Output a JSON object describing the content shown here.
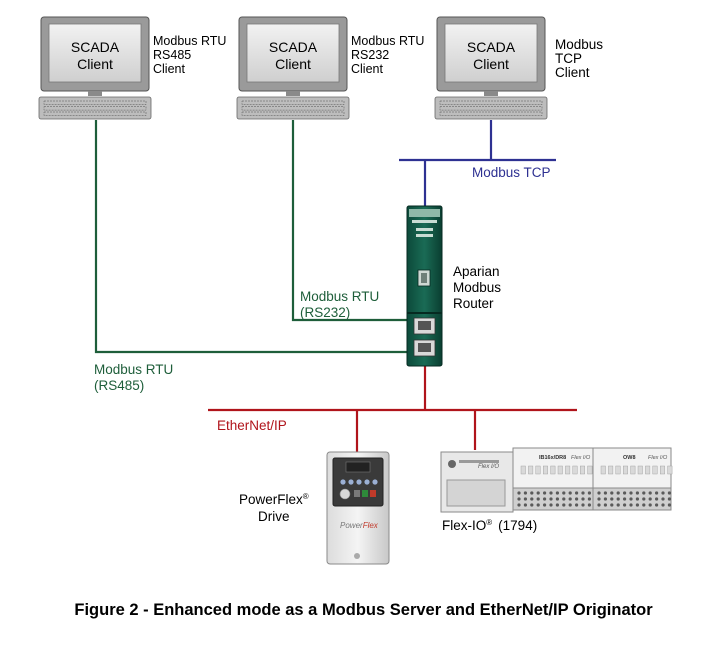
{
  "clients": [
    {
      "screen_label_1": "SCADA",
      "screen_label_2": "Client",
      "note_lines": [
        "Modbus RTU",
        "RS485",
        "Client"
      ]
    },
    {
      "screen_label_1": "SCADA",
      "screen_label_2": "Client",
      "note_lines": [
        "Modbus RTU",
        "RS232",
        "Client"
      ]
    },
    {
      "screen_label_1": "SCADA",
      "screen_label_2": "Client",
      "note_lines": [
        "Modbus",
        "TCP",
        "Client"
      ]
    }
  ],
  "links": {
    "tcp_label": "Modbus TCP",
    "rs232_label_1": "Modbus RTU",
    "rs232_label_2": "(RS232)",
    "rs485_label_1": "Modbus RTU",
    "rs485_label_2": "(RS485)",
    "ethernet_label": "EtherNet/IP"
  },
  "router": {
    "label_lines": [
      "Aparian",
      "Modbus",
      "Router"
    ]
  },
  "drive": {
    "label_line_1": "PowerFlex",
    "label_sup": "®",
    "label_line_2": "Drive",
    "faceplate_brand_1": "Power",
    "faceplate_brand_2": "Flex"
  },
  "flexio": {
    "label_main": "Flex-IO",
    "label_sup": "®",
    "label_tail": "(1794)",
    "module_tag": "Flex I/O",
    "card_1_title": "IB16x/DR8",
    "card_2_title": "OW8"
  },
  "caption": "Figure 2 - Enhanced mode as a Modbus Server and EtherNet/IP Originator",
  "colors": {
    "tcp": "#2e3192",
    "rtu": "#1e5e3a",
    "ethernet": "#b0141b"
  }
}
